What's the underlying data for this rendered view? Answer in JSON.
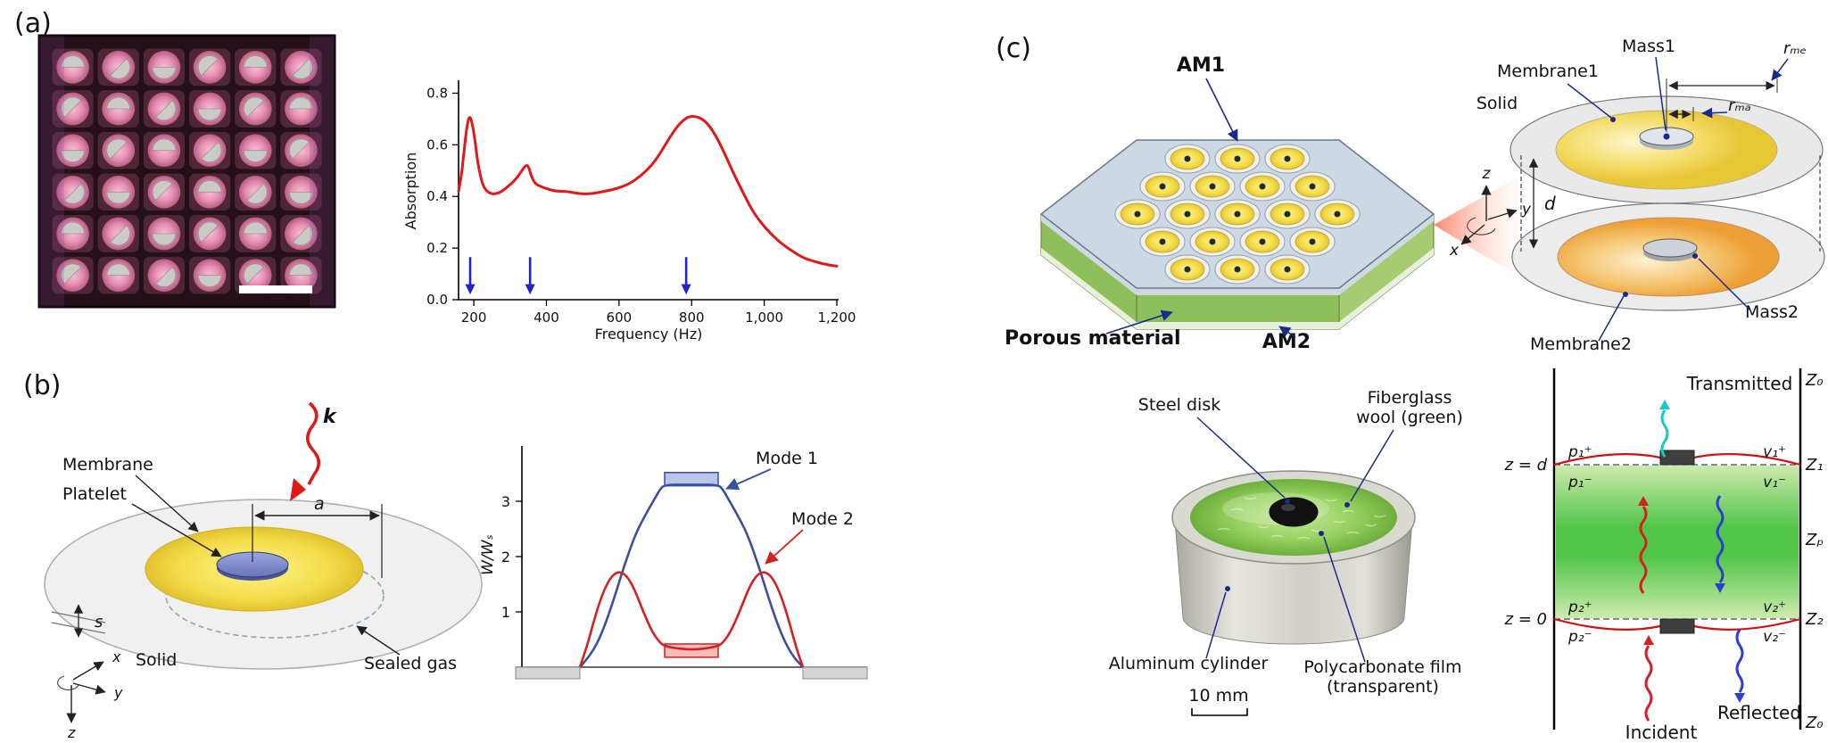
{
  "figure": {
    "panel_a": {
      "label": "(a)",
      "chart": {
        "ylabel": "Absorption",
        "xlabel": "Frequency (Hz)"
      }
    },
    "panel_b": {
      "label": "(b)",
      "schematic": {
        "k_label": "k",
        "membrane": "Membrane",
        "platelet": "Platelet",
        "a_label": "a",
        "s_label": "s",
        "solid": "Solid",
        "sealed_gas": "Sealed gas",
        "axis_x": "x",
        "axis_y": "y",
        "axis_z": "z"
      },
      "mode_plot": {
        "ylabel": "W/Wₛ",
        "mode1": "Mode 1",
        "mode2": "Mode 2"
      }
    },
    "panel_c": {
      "label": "(c)",
      "array": {
        "am1": "AM1",
        "am2": "AM2",
        "porous": "Porous material"
      },
      "unit_cell": {
        "membrane1": "Membrane1",
        "mass1": "Mass1",
        "solid": "Solid",
        "membrane2": "Membrane2",
        "mass2": "Mass2",
        "r_me": "rₘₑ",
        "r_ma": "rₘₐ",
        "d_label": "d",
        "axis_x": "x",
        "axis_y": "y",
        "axis_z": "z"
      },
      "photo": {
        "steel_disk": "Steel disk",
        "fiberglass_1": "Fiberglass",
        "fiberglass_2": "wool (green)",
        "aluminum": "Aluminum cylinder",
        "film_1": "Polycarbonate film",
        "film_2": "(transparent)",
        "scale": "10 mm"
      },
      "impedance": {
        "transmitted": "Transmitted",
        "incident": "Incident",
        "reflected": "Reflected",
        "z_d": "z = d",
        "z_0": "z = 0",
        "p1p": "p₁⁺",
        "p1m": "p₁⁻",
        "v1p": "v₁⁺",
        "v1m": "v₁⁻",
        "p2p": "p₂⁺",
        "p2m": "p₂⁻",
        "v2p": "v₂⁺",
        "v2m": "v₂⁻",
        "Z0_top": "Z₀",
        "Z1": "Z₁",
        "Zp": "Zₚ",
        "Z2": "Z₂",
        "Z0_bottom": "Z₀"
      }
    }
  },
  "colors": {
    "magenta": "#e6007e",
    "curve_red": "#e01818",
    "arrow_blue": "#2222cc",
    "mode1": "#3a4fa0",
    "mode2": "#d42020",
    "transmitted": "#19c8c8",
    "incident": "#d42020",
    "reflected": "#2b3fd4",
    "pointer_blue": "#1a2a8a",
    "pv_red": "#9b1b1b"
  },
  "chart_data": [
    {
      "type": "line",
      "title": "",
      "xlabel": "Frequency (Hz)",
      "ylabel": "Absorption",
      "xlim": [
        158,
        1200
      ],
      "ylim": [
        0,
        0.85
      ],
      "grid": false,
      "xticks": [
        200,
        400,
        600,
        800,
        1000,
        1200
      ],
      "xtick_labels": [
        "200",
        "400",
        "600",
        "800",
        "1,000",
        "1,200"
      ],
      "yticks": [
        0.0,
        0.2,
        0.4,
        0.6,
        0.8
      ],
      "ytick_labels": [
        "0.0",
        "0.2",
        "0.4",
        "0.6",
        "0.8"
      ],
      "series": [
        {
          "name": "absorption",
          "color": "#e01818",
          "points": [
            [
              158,
              0.42
            ],
            [
              165,
              0.47
            ],
            [
              172,
              0.56
            ],
            [
              179,
              0.65
            ],
            [
              185,
              0.7
            ],
            [
              190,
              0.71
            ],
            [
              196,
              0.68
            ],
            [
              203,
              0.62
            ],
            [
              210,
              0.54
            ],
            [
              218,
              0.48
            ],
            [
              226,
              0.44
            ],
            [
              236,
              0.42
            ],
            [
              248,
              0.41
            ],
            [
              262,
              0.41
            ],
            [
              278,
              0.42
            ],
            [
              295,
              0.44
            ],
            [
              312,
              0.46
            ],
            [
              328,
              0.49
            ],
            [
              342,
              0.52
            ],
            [
              350,
              0.52
            ],
            [
              358,
              0.48
            ],
            [
              368,
              0.45
            ],
            [
              382,
              0.44
            ],
            [
              400,
              0.43
            ],
            [
              425,
              0.42
            ],
            [
              455,
              0.42
            ],
            [
              490,
              0.41
            ],
            [
              525,
              0.41
            ],
            [
              560,
              0.42
            ],
            [
              595,
              0.43
            ],
            [
              630,
              0.45
            ],
            [
              660,
              0.48
            ],
            [
              690,
              0.52
            ],
            [
              715,
              0.57
            ],
            [
              740,
              0.63
            ],
            [
              765,
              0.68
            ],
            [
              790,
              0.71
            ],
            [
              815,
              0.71
            ],
            [
              840,
              0.69
            ],
            [
              865,
              0.64
            ],
            [
              890,
              0.57
            ],
            [
              915,
              0.49
            ],
            [
              940,
              0.42
            ],
            [
              965,
              0.35
            ],
            [
              990,
              0.3
            ],
            [
              1015,
              0.26
            ],
            [
              1045,
              0.22
            ],
            [
              1075,
              0.19
            ],
            [
              1110,
              0.16
            ],
            [
              1145,
              0.145
            ],
            [
              1175,
              0.135
            ],
            [
              1200,
              0.13
            ]
          ]
        }
      ],
      "annotations": {
        "arrow_color": "#2222cc",
        "arrow_x": [
          190,
          355,
          785
        ]
      }
    },
    {
      "type": "line",
      "title": "mode displacement profiles",
      "ylabel": "W/Wₛ",
      "xlim": [
        0,
        1
      ],
      "ylim": [
        0,
        3.8
      ],
      "yticks": [
        1,
        2,
        3
      ],
      "series": [
        {
          "name": "Mode 1",
          "color": "#3a4fa0",
          "points": [
            [
              0,
              0
            ],
            [
              0.05,
              0.22
            ],
            [
              0.1,
              0.62
            ],
            [
              0.15,
              1.2
            ],
            [
              0.2,
              1.85
            ],
            [
              0.25,
              2.42
            ],
            [
              0.3,
              2.8
            ],
            [
              0.34,
              3.08
            ],
            [
              0.36,
              3.22
            ],
            [
              0.38,
              3.3
            ],
            [
              0.5,
              3.3
            ],
            [
              0.62,
              3.3
            ],
            [
              0.64,
              3.22
            ],
            [
              0.66,
              3.08
            ],
            [
              0.7,
              2.8
            ],
            [
              0.75,
              2.42
            ],
            [
              0.8,
              1.85
            ],
            [
              0.85,
              1.2
            ],
            [
              0.9,
              0.62
            ],
            [
              0.95,
              0.22
            ],
            [
              1,
              0
            ]
          ]
        },
        {
          "name": "Mode 2",
          "color": "#d42020",
          "points": [
            [
              0,
              0
            ],
            [
              0.03,
              0.35
            ],
            [
              0.06,
              0.8
            ],
            [
              0.09,
              1.2
            ],
            [
              0.12,
              1.5
            ],
            [
              0.15,
              1.68
            ],
            [
              0.18,
              1.73
            ],
            [
              0.21,
              1.65
            ],
            [
              0.24,
              1.45
            ],
            [
              0.27,
              1.15
            ],
            [
              0.3,
              0.85
            ],
            [
              0.33,
              0.6
            ],
            [
              0.36,
              0.44
            ],
            [
              0.38,
              0.38
            ],
            [
              0.45,
              0.33
            ],
            [
              0.5,
              0.32
            ],
            [
              0.55,
              0.33
            ],
            [
              0.62,
              0.38
            ],
            [
              0.64,
              0.44
            ],
            [
              0.67,
              0.6
            ],
            [
              0.7,
              0.85
            ],
            [
              0.73,
              1.15
            ],
            [
              0.76,
              1.45
            ],
            [
              0.79,
              1.65
            ],
            [
              0.82,
              1.73
            ],
            [
              0.85,
              1.68
            ],
            [
              0.88,
              1.5
            ],
            [
              0.91,
              1.2
            ],
            [
              0.94,
              0.8
            ],
            [
              0.97,
              0.35
            ],
            [
              1,
              0
            ]
          ]
        }
      ],
      "rects": [
        {
          "x0": 0.38,
          "x1": 0.62,
          "y_bottom": 3.28,
          "y_top": 3.52,
          "fill": "#b9c6ea",
          "stroke": "#3a4fa0"
        },
        {
          "x0": 0.38,
          "x1": 0.62,
          "y_bottom": 0.18,
          "y_top": 0.42,
          "fill": "#f6bcbc",
          "stroke": "#d42020"
        }
      ]
    }
  ]
}
